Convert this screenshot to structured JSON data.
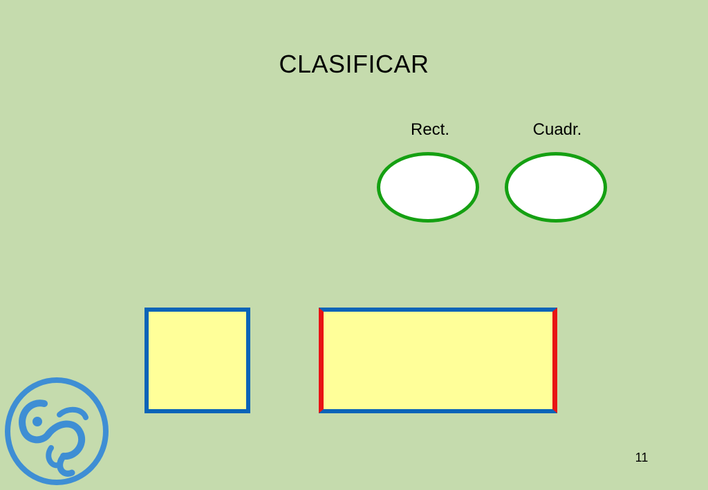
{
  "slide": {
    "title": "CLASIFICAR",
    "page_number": "11",
    "background_color": "#c5dbad"
  },
  "categories": [
    {
      "label": "Rect.",
      "oval_fill": "#ffffff",
      "oval_border": "#15a012"
    },
    {
      "label": "Cuadr.",
      "oval_fill": "#ffffff",
      "oval_border": "#15a012"
    }
  ],
  "shapes": [
    {
      "kind": "square",
      "fill": "#ffff99",
      "border": "#0a64b8"
    },
    {
      "kind": "rectangle",
      "fill": "#ffff99",
      "border_horizontal": "#0a64b8",
      "border_vertical": "#e81414"
    }
  ],
  "logo": {
    "icon": "swirl-logo-icon",
    "color": "#3e8ed4"
  }
}
